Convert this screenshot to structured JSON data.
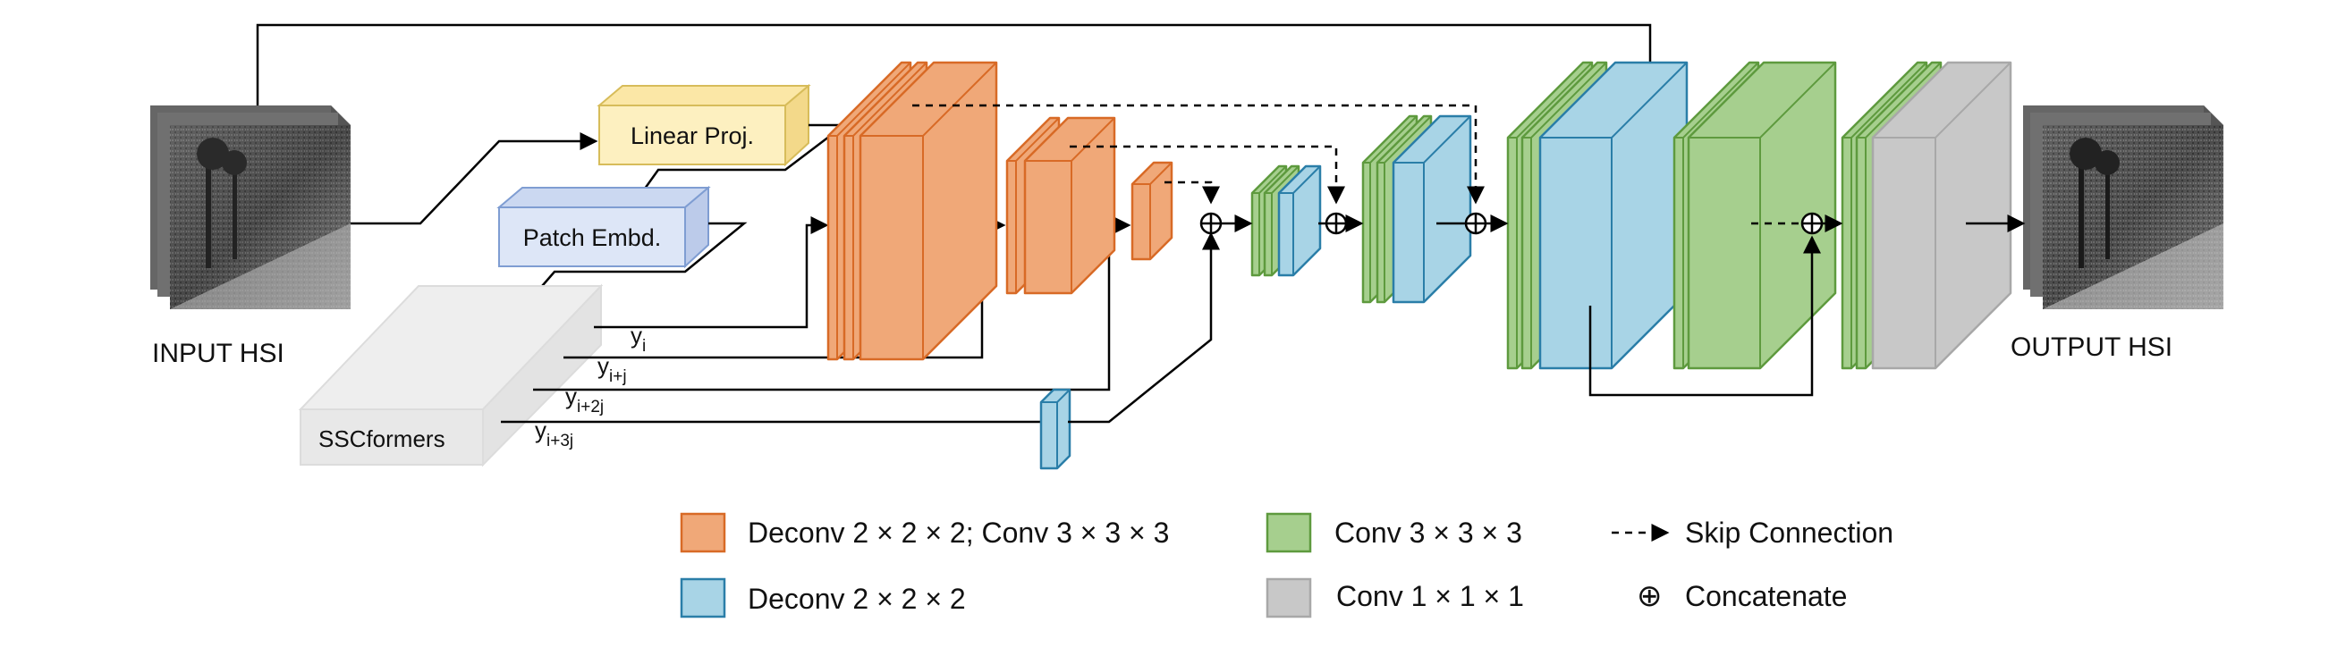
{
  "labels": {
    "input": "INPUT HSI",
    "output": "OUTPUT HSI",
    "linear_proj": "Linear Proj.",
    "patch_embd": "Patch Embd.",
    "sscformers": "SSCformers"
  },
  "features": [
    {
      "base": "y",
      "sub": "i"
    },
    {
      "base": "y",
      "sub": "i+j"
    },
    {
      "base": "y",
      "sub": "i+2j"
    },
    {
      "base": "y",
      "sub": "i+3j"
    }
  ],
  "legend": {
    "deconv_conv": "Deconv 2 × 2 × 2; Conv 3 × 3 × 3",
    "deconv": "Deconv 2 × 2 × 2",
    "conv3": "Conv 3 × 3 × 3",
    "conv1": "Conv 1 × 1 × 1",
    "skip": "Skip Connection",
    "concat": "Concatenate",
    "concat_symbol": "⊕"
  },
  "colors": {
    "orange_fill": "#f0a878",
    "orange_stroke": "#d86a26",
    "blue_fill": "#a8d4e6",
    "blue_stroke": "#2a7ea8",
    "green_fill": "#a6cf8e",
    "green_stroke": "#5e9a3e",
    "gray_fill": "#c8c8c8",
    "gray_stroke": "#a8a8a8",
    "yellow_fill": "#fdf0c0",
    "yellow_stroke": "#d7bc5a",
    "patch_fill": "#dde6f7",
    "patch_stroke": "#7f9dd2"
  }
}
